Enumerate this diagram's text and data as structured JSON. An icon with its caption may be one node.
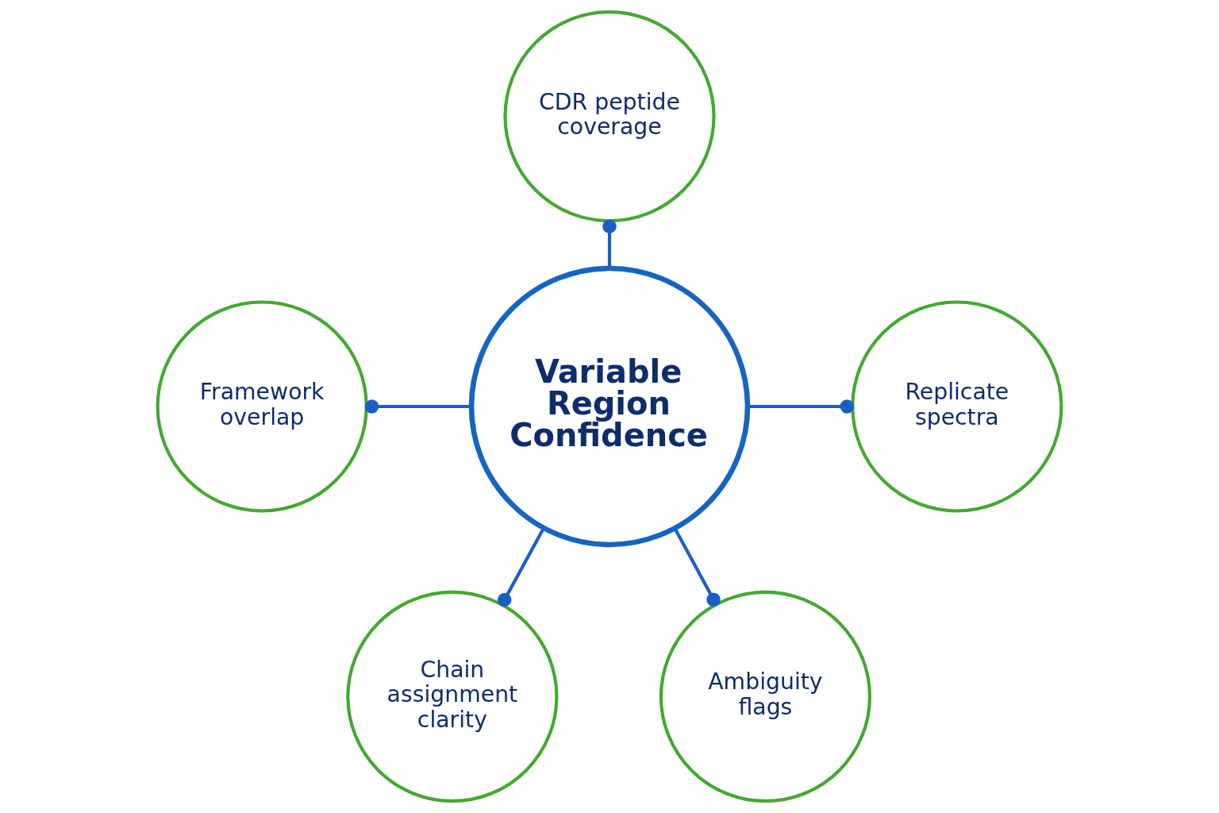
{
  "diagram": {
    "nodes": [
      {
        "text": [
          "CDR peptide coverage"
        ]
      },
      {
        "text": [
          "Framework overlap"
        ]
      },
      {
        "text": [
          "Replicate spectra"
        ]
      },
      {
        "text": [
          "Variable Region Confidence"
        ]
      },
      {
        "text": [
          "Chain assignment clarity"
        ]
      },
      {
        "text": [
          "Ambiguity flags"
        ]
      }
    ],
    "edges": [
      {
        "from": 3,
        "to": 0,
        "arrow": "other"
      },
      {
        "from": 3,
        "to": 1,
        "arrow": "other"
      },
      {
        "from": 3,
        "to": 2,
        "arrow": "other"
      },
      {
        "from": 3,
        "to": 4,
        "arrow": "other"
      },
      {
        "from": 3,
        "to": 5,
        "arrow": "other"
      }
    ]
  }
}
